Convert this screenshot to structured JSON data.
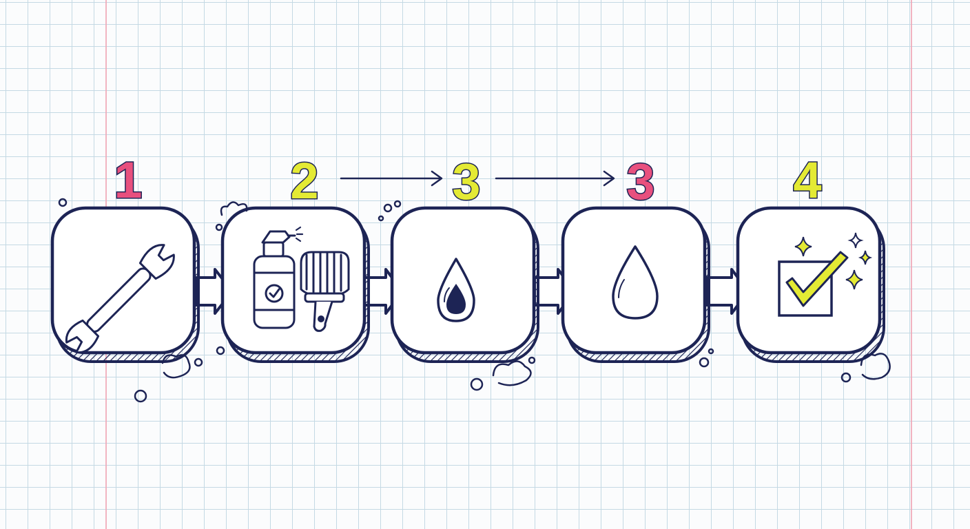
{
  "colors": {
    "ink": "#1d2455",
    "pink": "#e8507e",
    "yellow": "#e4ea34",
    "grid": "#c4d9e4",
    "margin": "#f0a7b6"
  },
  "steps": [
    {
      "number": "1",
      "number_color": "#e8507e",
      "icon": "wrench-icon"
    },
    {
      "number": "2",
      "number_color": "#e4ea34",
      "icon": "spray-bottle-and-paintbrush-icon"
    },
    {
      "number": "3",
      "number_color": "#e4ea34",
      "icon": "dark-drop-icon"
    },
    {
      "number": "3",
      "number_color": "#e8507e",
      "icon": "clear-drop-icon"
    },
    {
      "number": "4",
      "number_color": "#e4ea34",
      "icon": "checkbox-sparkle-icon"
    }
  ]
}
